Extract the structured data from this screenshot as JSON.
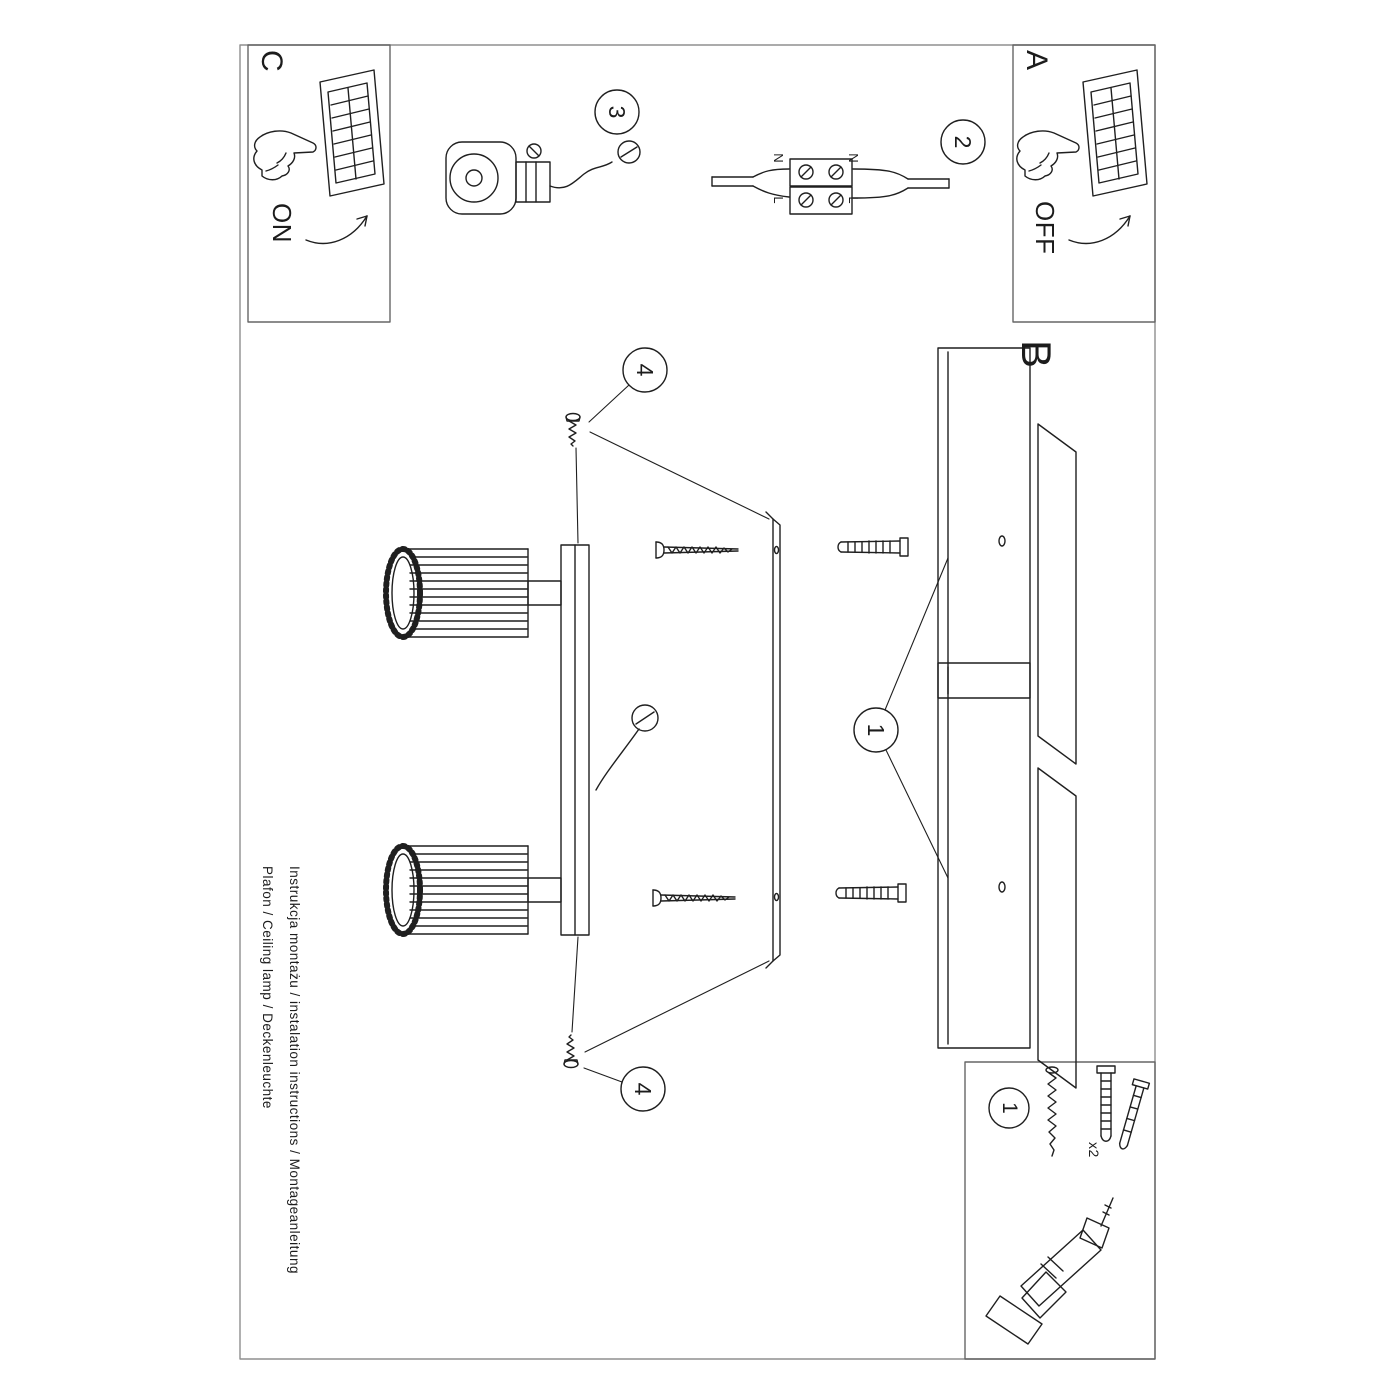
{
  "colors": {
    "line": "#1f1f1f",
    "frame": "#8f8f8f"
  },
  "document": {
    "side_text_line1": "Instrukcja montażu / instalation instructions / Montageanleitung",
    "side_text_line2": "Plafon / Ceiling lamp / Deckenleuchte"
  },
  "sections": {
    "a": {
      "label": "A",
      "state": "OFF"
    },
    "b": {
      "label": "B"
    },
    "c": {
      "label": "C",
      "state": "ON"
    }
  },
  "steps": {
    "one": "1",
    "two": "2",
    "three": "3",
    "four": "4"
  },
  "wiring": {
    "left_n": "N",
    "left_l": "L",
    "right_n": "N",
    "right_l": "L"
  },
  "hardware": {
    "quantity": "x2"
  },
  "icons": {
    "screw_head": "slotted-screw-head-icon",
    "hand_press": "pressing-hand-icon",
    "curved_arrow": "switch-direction-arrow-icon",
    "drill": "power-drill-icon"
  }
}
